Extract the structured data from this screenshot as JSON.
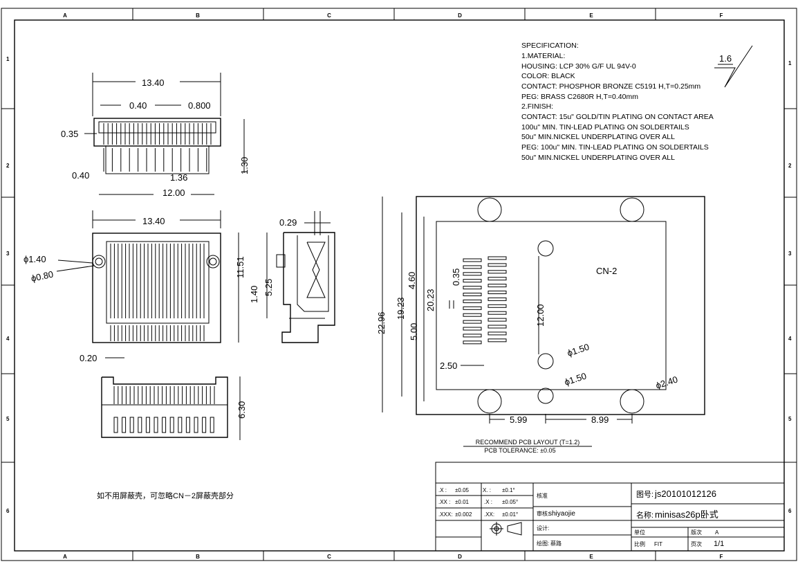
{
  "zones": {
    "columns": [
      "A",
      "B",
      "C",
      "D",
      "E",
      "F"
    ],
    "rows": [
      "1",
      "2",
      "3",
      "4",
      "5",
      "6"
    ]
  },
  "spec": {
    "lines": [
      "SPECIFICATION:",
      "1.MATERIAL:",
      "HOUSING: LCP 30% G/F UL 94V-0",
      "COLOR: BLACK",
      "CONTACT: PHOSPHOR BRONZE C5191 H,T=0.25mm",
      "PEG: BRASS C2680R H,T=0.40mm",
      "2.FINISH:",
      "CONTACT: 15u\" GOLD/TIN PLATING ON CONTACT AREA",
      "100u\" MIN. TIN-LEAD PLATING ON SOLDERTAILS",
      "50u\" MIN.NICKEL UNDERPLATING OVER ALL",
      "PEG: 100u\" MIN. TIN-LEAD PLATING ON SOLDERTAILS",
      "50u\" MIN.NICKEL UNDERPLATING OVER ALL"
    ],
    "roughness": "1.6"
  },
  "top_view": {
    "width": "13.40",
    "pitch_a": "0.40",
    "pitch_b": "0.800",
    "left_gap": "0.35",
    "height": "1.30",
    "edge": "0.40",
    "offset": "1.36",
    "span": "12.00"
  },
  "front_view": {
    "width": "13.40",
    "hole_outer": "ϕ1.40",
    "hole_inner": "ϕ0.80",
    "total_h": "11.51",
    "mid_h": "5.25",
    "pin_h": "1.40",
    "lead_w": "0.20"
  },
  "side_view": {
    "top": "0.29"
  },
  "bottom_view": {
    "height": "6.30"
  },
  "pcb": {
    "label": "CN-2",
    "outer_h": "22.96",
    "inner_h": "19.23",
    "mid_h": "20.23",
    "pad_h": "4.60",
    "pad_w": "0.35",
    "pad_gap": "5.00",
    "hole_span": "12.00",
    "hole1": "ϕ1.50",
    "hole2": "ϕ1.50",
    "hole3": "ϕ2.40",
    "edge": "2.50",
    "x1": "5.99",
    "x2": "8.99",
    "caption": "RECOMMEND PCB LAYOUT (T=1.2)",
    "tolerance": "PCB TOLERANCE: ±0.05"
  },
  "note": "如不用屏蔽壳，可忽略CN－2屏蔽壳部分",
  "title_block": {
    "tol": [
      [
        ".X :",
        "±0.05",
        "X. :",
        "±0.1°"
      ],
      [
        ".XX :",
        "±0.01",
        ".X :",
        "±0.05°"
      ],
      [
        ".XXX:",
        "±0.002",
        ".XX:",
        "±0.01°"
      ]
    ],
    "checked_label": "核准",
    "reviewed_label": "审核:",
    "reviewer": "shiyaojie",
    "design_label": "设计:",
    "draw_label": "绘图:",
    "drawer": "蔡路",
    "drawing_no_label": "图号:",
    "drawing_no": "js20101012126",
    "name_label": "名称:",
    "name": "minisas26p卧式",
    "unit_label": "单位",
    "version_label": "版次",
    "version": "A",
    "scale_label": "比例",
    "scale": "FIT",
    "page_label": "页次",
    "page": "1/1"
  }
}
